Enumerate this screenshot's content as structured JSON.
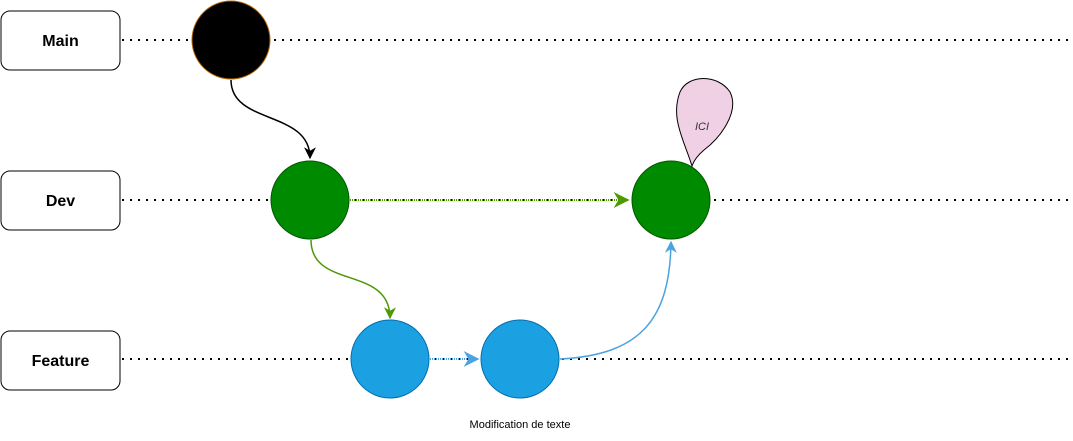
{
  "branches": {
    "main": {
      "label": "Main"
    },
    "dev": {
      "label": "Dev"
    },
    "feature": {
      "label": "Feature"
    }
  },
  "marker": {
    "label": "ICI"
  },
  "note": "Modification de texte",
  "colors": {
    "main_commit": "#000000",
    "main_commit_border": "#b46504",
    "dev_commit": "#008a00",
    "dev_commit_border": "#005700",
    "feature_commit": "#1ba1e2",
    "feature_commit_border": "#006eaf",
    "dev_arrow": "#4d9900",
    "feature_arrow": "#4da3e0",
    "marker_fill": "#f0d0e4"
  }
}
